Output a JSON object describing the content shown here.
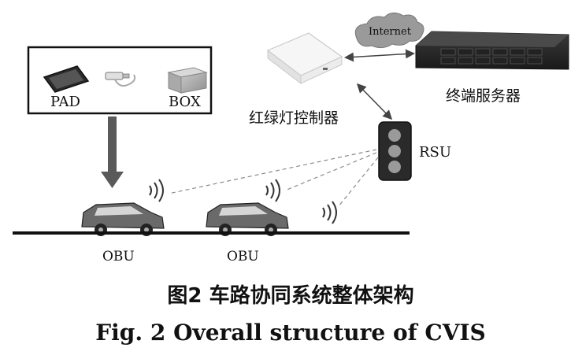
{
  "device_box": {
    "pad_label": "PAD",
    "box_label": "BOX"
  },
  "controller_label": "红绿灯控制器",
  "server_label": "终端服务器",
  "cloud_label": "Internet",
  "rsu_label": "RSU",
  "vehicles": [
    {
      "label": "OBU"
    },
    {
      "label": "OBU"
    }
  ],
  "caption": {
    "cn": "图2  车路协同系统整体架构",
    "en": "Fig. 2  Overall structure of CVIS"
  },
  "colors": {
    "ink": "#111111",
    "dashed_link": "#8a8a8a",
    "arrow_fill": "#5a5a5a",
    "traffic_light_body": "#2a2a2a",
    "traffic_light_lamp": "#9a9a9a",
    "cloud_fill": "#9a9a9a"
  }
}
